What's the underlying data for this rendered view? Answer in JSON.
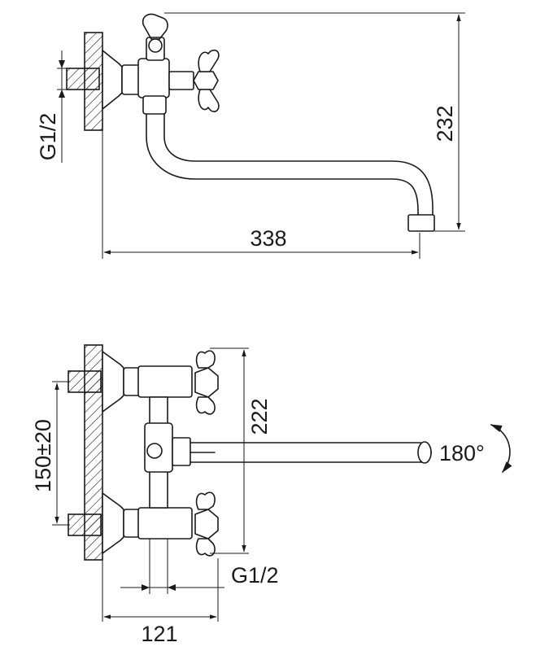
{
  "top_view": {
    "width_dim": "338",
    "height_dim": "232",
    "thread_label": "G1/2"
  },
  "bottom_view": {
    "height_dim": "222",
    "spacing_dim": "150±20",
    "rotation_label": "180°",
    "thread_label": "G1/2",
    "width_dim": "121"
  }
}
